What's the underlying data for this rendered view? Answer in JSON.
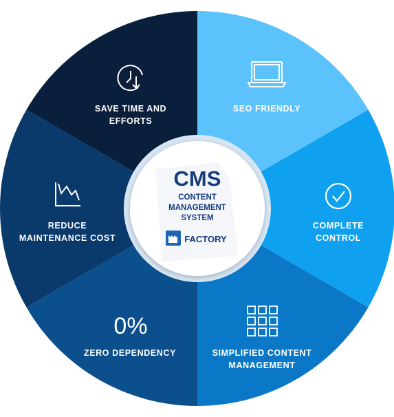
{
  "center": {
    "title": "CMS",
    "subtitle_lines": [
      "CONTENT",
      "MANAGEMENT",
      "SYSTEM"
    ],
    "brand": "FACTORY",
    "title_color": "#143c7e"
  },
  "segments": [
    {
      "id": "seo",
      "label_lines": [
        "SEO FRIENDLY"
      ],
      "icon": "laptop-icon",
      "color": "#5cc2fb"
    },
    {
      "id": "control",
      "label_lines": [
        "COMPLETE",
        "CONTROL"
      ],
      "icon": "check-circle-icon",
      "color": "#0fa0f0"
    },
    {
      "id": "simplified",
      "label_lines": [
        "SIMPLIFIED CONTENT",
        "MANAGEMENT"
      ],
      "icon": "grid-icon",
      "color": "#0a78c6"
    },
    {
      "id": "zero",
      "label_lines": [
        "ZERO DEPENDENCY"
      ],
      "icon": "percent-icon",
      "icon_text": "0%",
      "color": "#0b4f8c"
    },
    {
      "id": "reduce",
      "label_lines": [
        "REDUCE",
        "MAINTENANCE COST"
      ],
      "icon": "chart-decline-icon",
      "color": "#0a3a6b"
    },
    {
      "id": "save",
      "label_lines": [
        "SAVE TIME AND",
        "EFFORTS"
      ],
      "icon": "clock-down-icon",
      "color": "#0a1f3c"
    }
  ]
}
